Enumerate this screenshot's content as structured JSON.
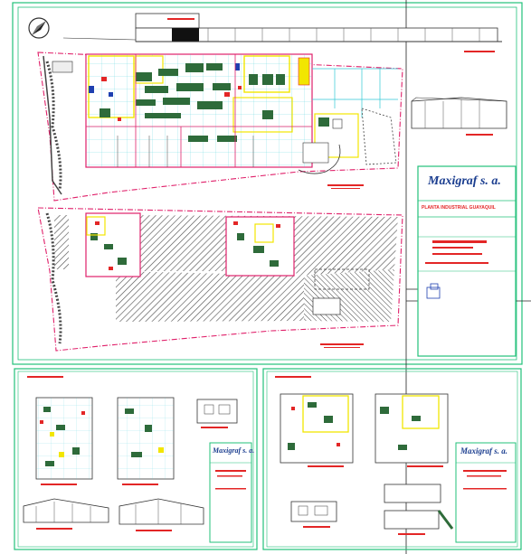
{
  "company": {
    "logo_main": "Maxigraf",
    "logo_suffix": "s. a."
  },
  "main_title_block": {
    "project_title": "PLANTA INDUSTRIAL GUAYAQUIL"
  },
  "sheet_left_title_block": {
    "logo_main": "Maxigraf",
    "logo_suffix": "s. a."
  },
  "sheet_right_title_block": {
    "logo_main": "Maxigraf",
    "logo_suffix": "s. a."
  },
  "colors": {
    "frame": "#22c07a",
    "walls": "#e0206a",
    "dims": "#e32626",
    "equipment": "#2e6b3a",
    "hatch": "#555555",
    "rooms_yellow": "#f2e600",
    "grid_cyan": "#31c9d6"
  },
  "icons": {
    "north_arrow": "north-arrow-icon"
  }
}
